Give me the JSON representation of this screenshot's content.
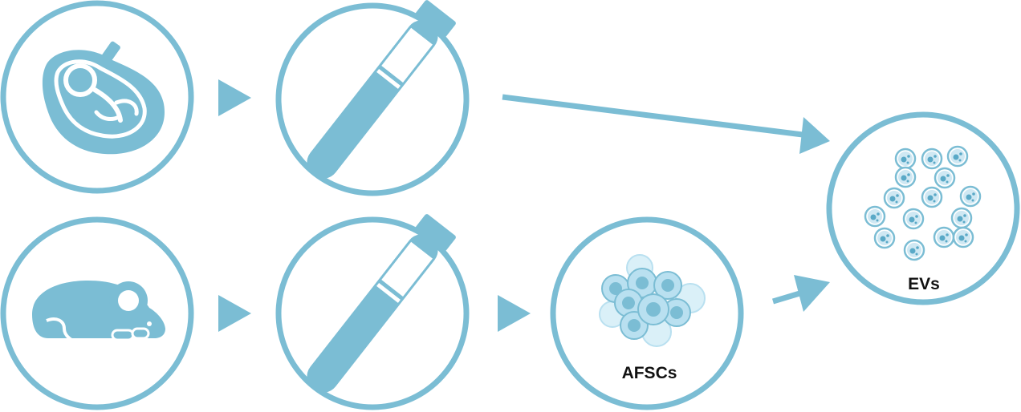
{
  "labels": {
    "afsc": "AFSCs",
    "ev": "EVs"
  },
  "nodes": [
    {
      "id": "fetus",
      "icon": "fetus-in-womb-icon"
    },
    {
      "id": "tube-top",
      "icon": "test-tube-icon"
    },
    {
      "id": "mouse",
      "icon": "mouse-icon"
    },
    {
      "id": "tube-bottom",
      "icon": "test-tube-icon"
    },
    {
      "id": "afsc",
      "icon": "cell-cluster-icon"
    },
    {
      "id": "ev",
      "icon": "vesicles-icon"
    }
  ],
  "colors": {
    "accent": "#7bbdd4",
    "cell_fill": "#b9e0f0",
    "cell_light": "#daf0f8",
    "cell_dot": "#5aa9c7",
    "text": "#111111",
    "background": "#ffffff"
  }
}
